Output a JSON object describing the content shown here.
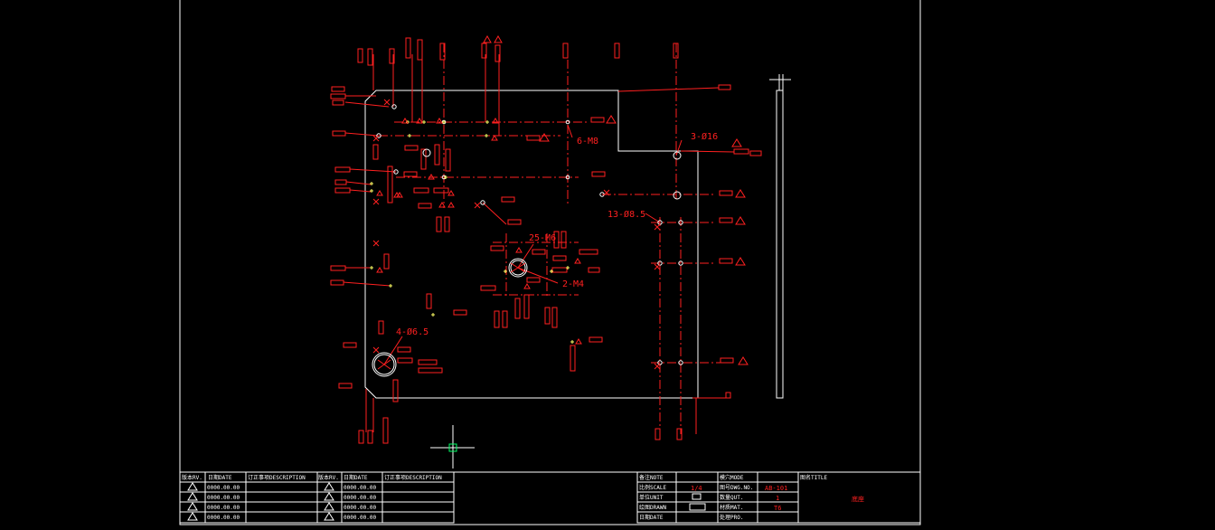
{
  "drawing": {
    "callouts": {
      "c1": "6-M8",
      "c2": "3-Ø16",
      "c3": "13-Ø8.5",
      "c4": "25-M6",
      "c5": "2-M4",
      "c6": "4-Ø6.5"
    },
    "warning_symbol": "warning-triangle"
  },
  "revision_table": {
    "left": {
      "col_rev": "版本RV.",
      "col_date": "日期DATE",
      "col_desc": "订正事项DESCRIPTION",
      "rows": [
        {
          "date": "0000.00.00"
        },
        {
          "date": "0000.00.00"
        },
        {
          "date": "0000.00.00"
        },
        {
          "date": "0000.00.00"
        }
      ]
    },
    "right": {
      "col_rev": "版本RV.",
      "col_date": "日期DATE",
      "col_desc": "订正事项DESCRIPTION",
      "rows": [
        {
          "date": "0000.00.00"
        },
        {
          "date": "0000.00.00"
        },
        {
          "date": "0000.00.00"
        },
        {
          "date": "0000.00.00"
        }
      ]
    }
  },
  "title_block": {
    "note_label": "备注NOTE",
    "scale_label": "比例SCALE",
    "scale_value": "1/4",
    "unit_label": "单位UNIT",
    "drawn_label": "绘图DRAWN",
    "date_label": "日期DATE",
    "mode_label": "模穴MODE",
    "dwg_label": "图号DWG.NO.",
    "dwg_value": "AB-101",
    "qty_label": "数量QUT.",
    "qty_value": "1",
    "mat_label": "材质MAT.",
    "mat_value": "T6",
    "pro_label": "处理PRO.",
    "title_label": "图名TITLE",
    "title_value": "底座"
  },
  "colors": {
    "background": "#000000",
    "outline": "#ffffff",
    "annotation": "#ff2020",
    "crosshair": "#00ff66"
  }
}
